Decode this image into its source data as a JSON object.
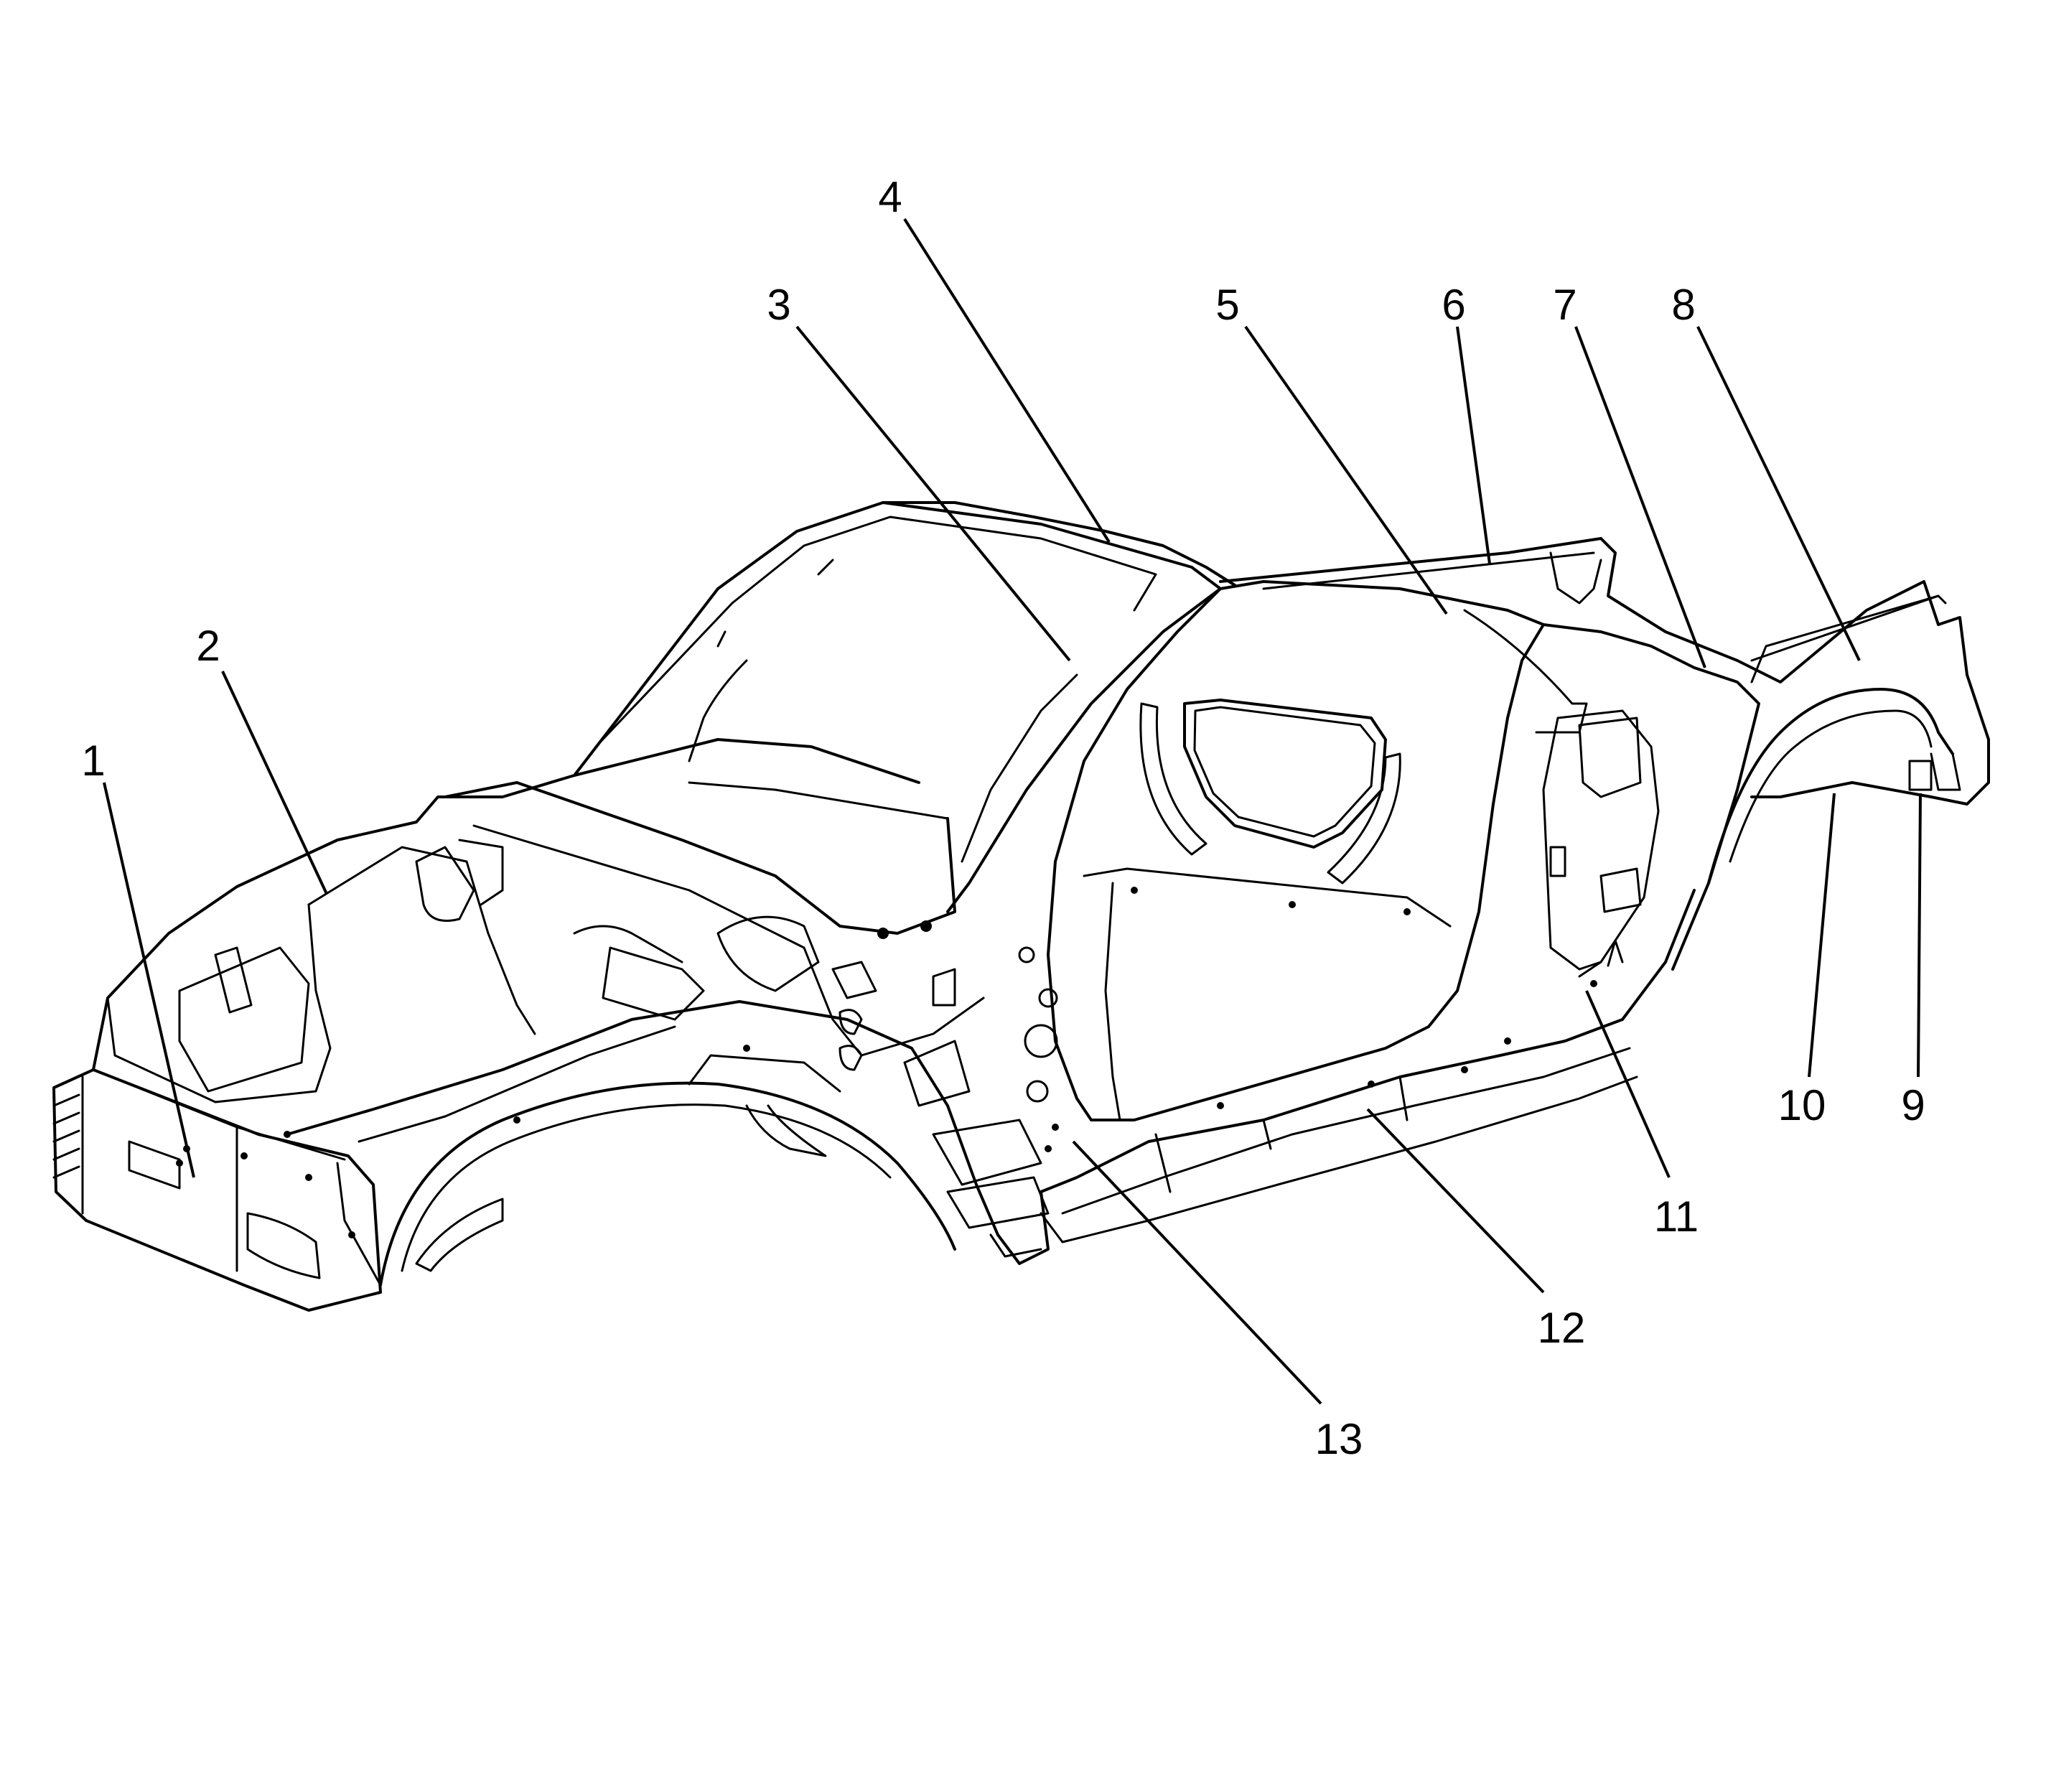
{
  "diagram": {
    "callouts": [
      {
        "label": "1"
      },
      {
        "label": "2"
      },
      {
        "label": "3"
      },
      {
        "label": "4"
      },
      {
        "label": "5"
      },
      {
        "label": "6"
      },
      {
        "label": "7"
      },
      {
        "label": "8"
      },
      {
        "label": "9"
      },
      {
        "label": "10"
      },
      {
        "label": "11"
      },
      {
        "label": "12"
      },
      {
        "label": "13"
      }
    ]
  }
}
